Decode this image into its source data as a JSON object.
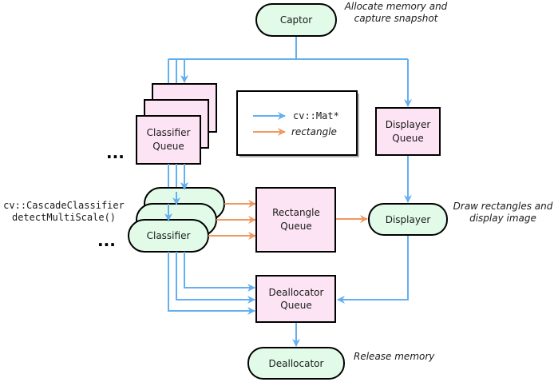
{
  "colors": {
    "mat_arrow": "#64aff0",
    "rect_arrow": "#f0985e",
    "queue_fill": "#fde4f4",
    "process_fill": "#e2fbe9"
  },
  "nodes": {
    "captor": "Captor",
    "classifier_queue": [
      "Classifier",
      "Queue"
    ],
    "displayer_queue": [
      "Displayer",
      "Queue"
    ],
    "classifier": "Classifier",
    "rectangle_queue": [
      "Rectangle",
      "Queue"
    ],
    "displayer": "Displayer",
    "deallocator_queue": [
      "Deallocator",
      "Queue"
    ],
    "deallocator": "Deallocator"
  },
  "notes": {
    "captor": [
      "Allocate memory and",
      "capture snapshot"
    ],
    "displayer": [
      "Draw rectangles and",
      "display image"
    ],
    "deallocator": "Release memory",
    "classifier_api": [
      "cv::CascadeClassifier",
      "detectMultiScale()"
    ],
    "ellipsis": "..."
  },
  "legend": {
    "mat_label": "cv::Mat*",
    "rect_label": "rectangle"
  }
}
